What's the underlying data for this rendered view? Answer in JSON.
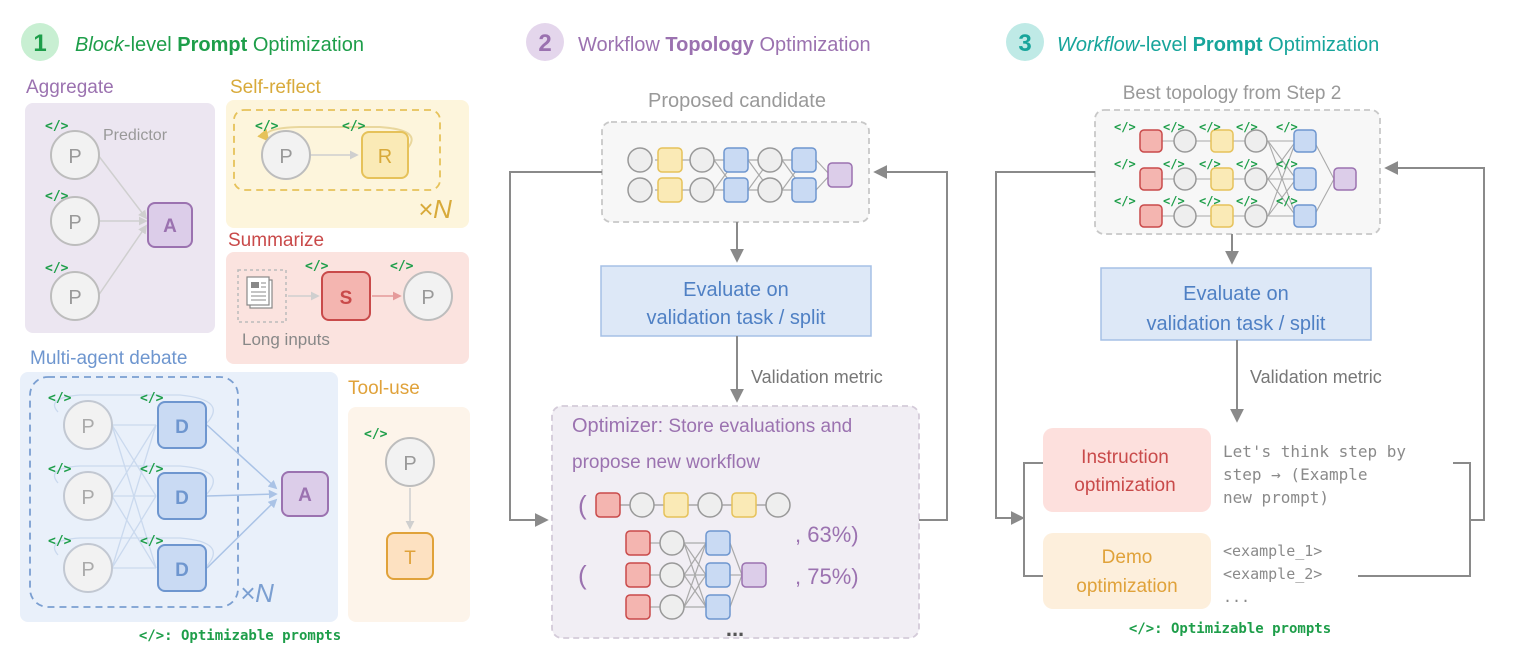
{
  "stage1": {
    "number": "1",
    "title_pre_italic": "Block",
    "title_mid": "-level ",
    "title_bold": "Prompt",
    "title_post": " Optimization",
    "aggregate": {
      "title": "Aggregate",
      "predictor_label": "Predictor",
      "node_p": "P",
      "node_a": "A"
    },
    "self_reflect": {
      "title": "Self-reflect",
      "node_p": "P",
      "node_r": "R",
      "times": "×N"
    },
    "summarize": {
      "title": "Summarize",
      "long_inputs": "Long inputs",
      "node_s": "S",
      "node_p": "P"
    },
    "debate": {
      "title": "Multi-agent debate",
      "node_p": "P",
      "node_d": "D",
      "node_a": "A",
      "times": "×N"
    },
    "tool_use": {
      "title": "Tool-use",
      "node_p": "P",
      "node_t": "T"
    },
    "prompt_marker": "</>",
    "legend": "</>: Optimizable prompts"
  },
  "stage2": {
    "number": "2",
    "title_pre": "Workflow ",
    "title_bold": "Topology",
    "title_post": " Optimization",
    "candidate_label": "Proposed candidate",
    "evaluate_line1": "Evaluate on",
    "evaluate_line2": "validation task / split",
    "metric_label": "Validation metric",
    "optimizer_prefix": "Optimizer:",
    "optimizer_line1": " Store evaluations and",
    "optimizer_line2": "propose new workflow",
    "paren": "(",
    "score1": ", 63%)",
    "score2": ", 75%)",
    "ellipsis": "..."
  },
  "stage3": {
    "number": "3",
    "title_pre_italic": "Workflow",
    "title_mid": "-level ",
    "title_bold": "Prompt",
    "title_post": " Optimization",
    "best_label": "Best topology from Step 2",
    "evaluate_line1": "Evaluate on",
    "evaluate_line2": "validation task / split",
    "metric_label": "Validation metric",
    "instruction_line1": "Instruction",
    "instruction_line2": "optimization",
    "demo_line1": "Demo",
    "demo_line2": "optimization",
    "example_prompt": [
      "Let's think step by",
      "step → (Example",
      "new prompt)"
    ],
    "demo_examples": [
      "<example_1>",
      "<example_2>",
      "..."
    ],
    "legend": "</>: Optimizable prompts"
  },
  "colors": {
    "green": "#1e9e4a",
    "purple": "#9b72b0",
    "teal": "#17a59b",
    "yellow": "#e6c25a",
    "red": "#c94a4a",
    "blue": "#6e96cf",
    "gray": "#8a8a8a"
  }
}
